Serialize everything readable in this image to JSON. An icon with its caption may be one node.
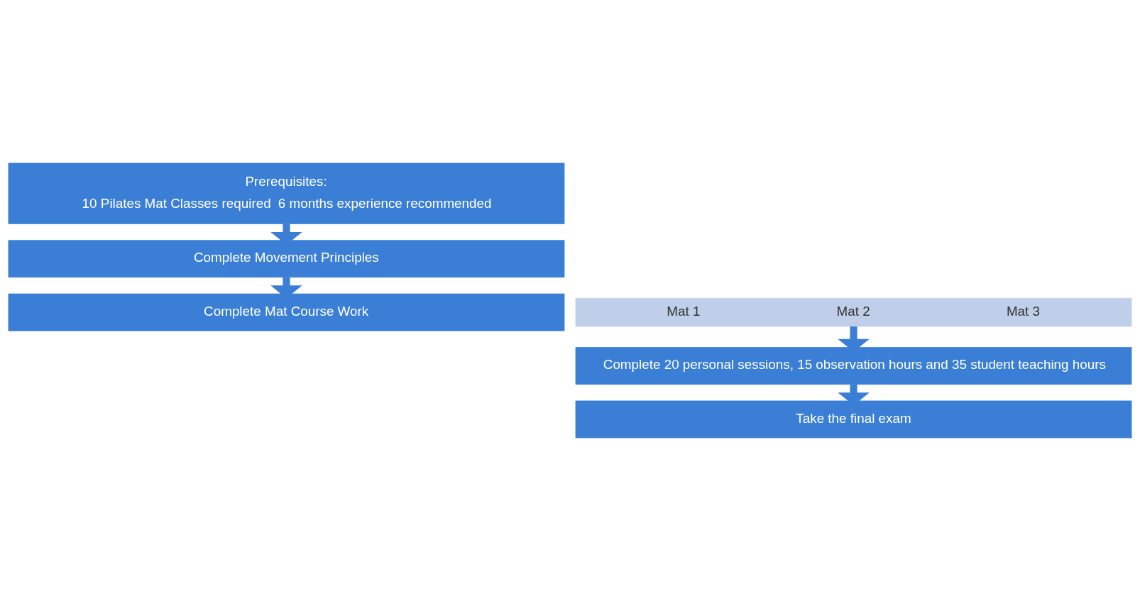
{
  "diagram": {
    "nodes": [
      {
        "text": [
          "Prerequisites:",
          "10 Pilates Mat Classes required",
          "6 months experience recommended"
        ]
      },
      {
        "text": [
          "Complete Movement Principles"
        ]
      },
      {
        "text": [
          "Complete Mat Course Work"
        ]
      },
      {
        "text": [
          "Mat 1",
          "Mat 2",
          "Mat 3"
        ]
      },
      {
        "text": [
          "Complete 20 personal sessions, 15 observation hours and 35 student teaching hours"
        ]
      },
      {
        "text": [
          "Take the final exam"
        ]
      }
    ],
    "edges": [
      {
        "from": 0,
        "to": 1,
        "arrow": "to"
      },
      {
        "from": 1,
        "to": 2,
        "arrow": "to"
      },
      {
        "from": 3,
        "to": 4,
        "arrow": "to"
      },
      {
        "from": 4,
        "to": 5,
        "arrow": "to"
      }
    ]
  }
}
